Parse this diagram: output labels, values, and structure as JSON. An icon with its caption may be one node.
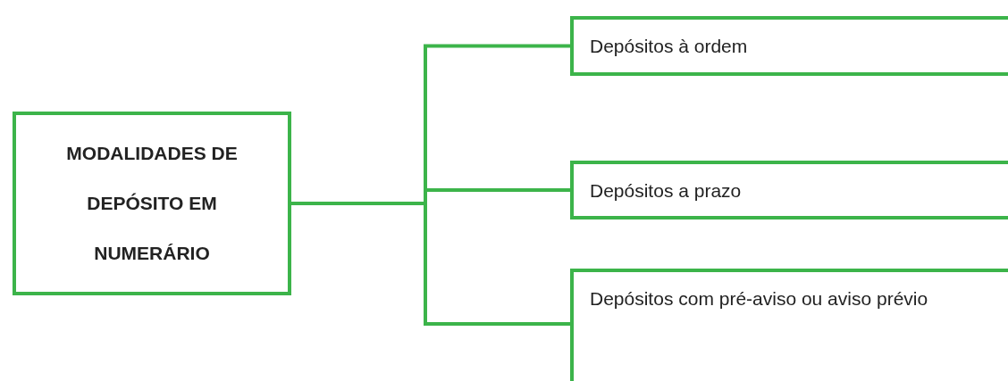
{
  "diagram": {
    "nodes": [
      {
        "text": [
          "MODALIDADES DE DEPÓSITO EM NUMERÁRIO"
        ]
      },
      {
        "text": [
          "Depósitos à ordem"
        ]
      },
      {
        "text": [
          "Depósitos a prazo"
        ]
      },
      {
        "text": [
          "Depósitos com pré-aviso ou aviso prévio"
        ]
      }
    ],
    "edges": [
      {
        "from": 0,
        "to": 1,
        "arrow": "none"
      },
      {
        "from": 0,
        "to": 2,
        "arrow": "none"
      },
      {
        "from": 0,
        "to": 3,
        "arrow": "none"
      }
    ]
  }
}
